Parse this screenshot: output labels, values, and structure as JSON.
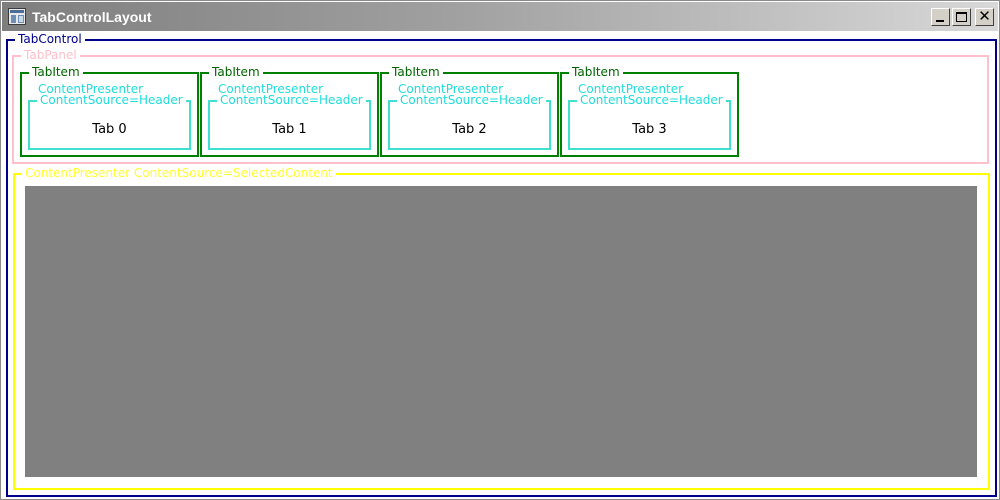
{
  "window": {
    "title": "TabControlLayout",
    "controls": {
      "minimize_icon": "minimize-icon",
      "maximize_icon": "maximize-icon",
      "close_glyph": "✕"
    }
  },
  "layout": {
    "tab_control_label": "TabControl",
    "tab_panel_label": "TabPanel",
    "selected_content_label": "ContentPresenter ContentSource=SelectedContent"
  },
  "tabs": [
    {
      "item_label": "TabItem",
      "presenter_label": "ContentPresenter",
      "source_label": "ContentSource=Header",
      "header": "Tab 0"
    },
    {
      "item_label": "TabItem",
      "presenter_label": "ContentPresenter",
      "source_label": "ContentSource=Header",
      "header": "Tab 1"
    },
    {
      "item_label": "TabItem",
      "presenter_label": "ContentPresenter",
      "source_label": "ContentSource=Header",
      "header": "Tab 2"
    },
    {
      "item_label": "TabItem",
      "presenter_label": "ContentPresenter",
      "source_label": "ContentSource=Header",
      "header": "Tab 3"
    }
  ],
  "colors": {
    "tab_control": "#00008b",
    "tab_panel": "#ffc0cb",
    "tab_item": "#008000",
    "content_presenter": "#40e0d0",
    "selected_content": "#ffff00",
    "content_fill": "#808080"
  }
}
